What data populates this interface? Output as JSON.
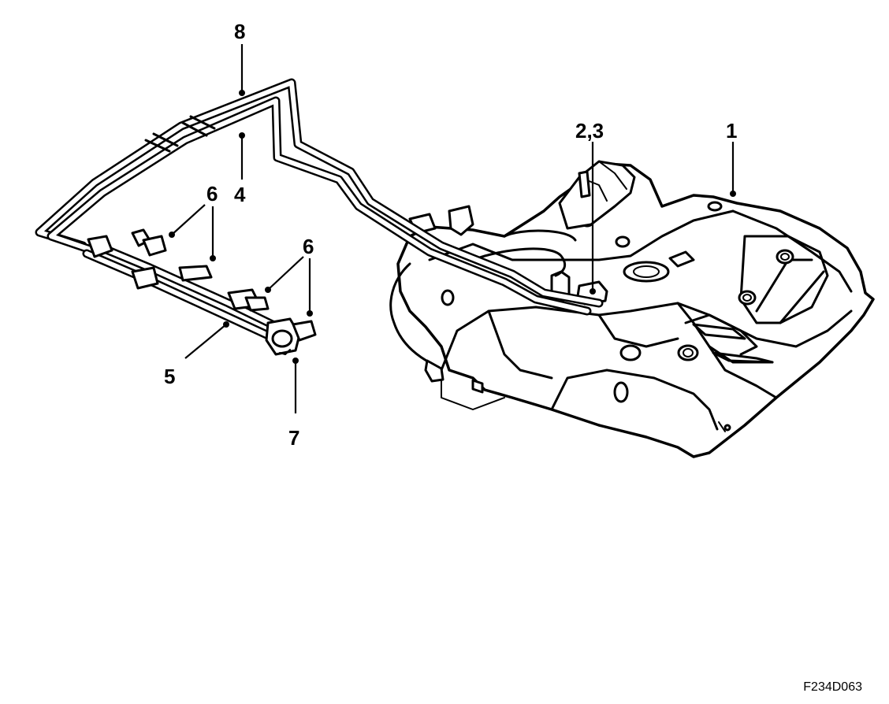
{
  "diagram": {
    "callouts": {
      "c1": "1",
      "c23": "2,3",
      "c4": "4",
      "c5": "5",
      "c6a": "6",
      "c6b": "6",
      "c7": "7",
      "c8": "8"
    },
    "figure_code": "F234D063"
  }
}
